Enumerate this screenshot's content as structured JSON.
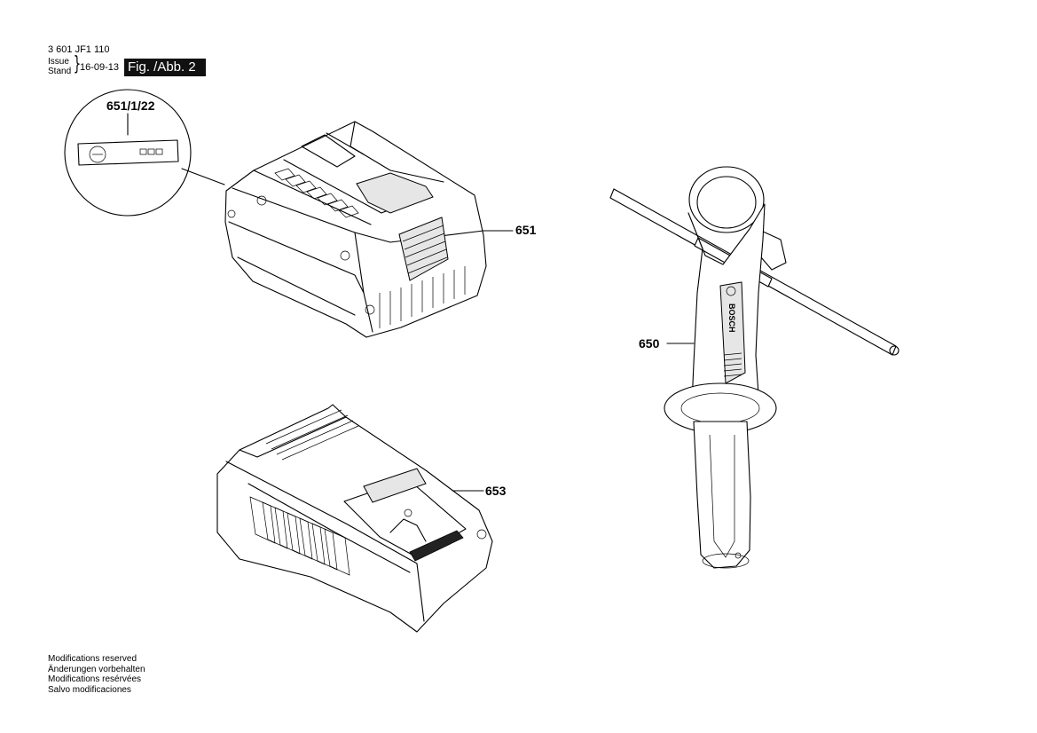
{
  "header": {
    "doc_number": "3 601 JF1 110",
    "issue_label": "Issue",
    "stand_label": "Stand",
    "issue_date": "16-09-13",
    "figure_label": "Fig. /Abb. 2"
  },
  "parts": {
    "detail_label": "651/1/22",
    "battery_label": "651",
    "handle_label": "650",
    "charger_label": "653",
    "handle_brand": "BOSCH"
  },
  "footer": {
    "notes": [
      "Modifications reserved",
      "Änderungen vorbehalten",
      "Modifications resérvées",
      "Salvo modificaciones"
    ]
  }
}
